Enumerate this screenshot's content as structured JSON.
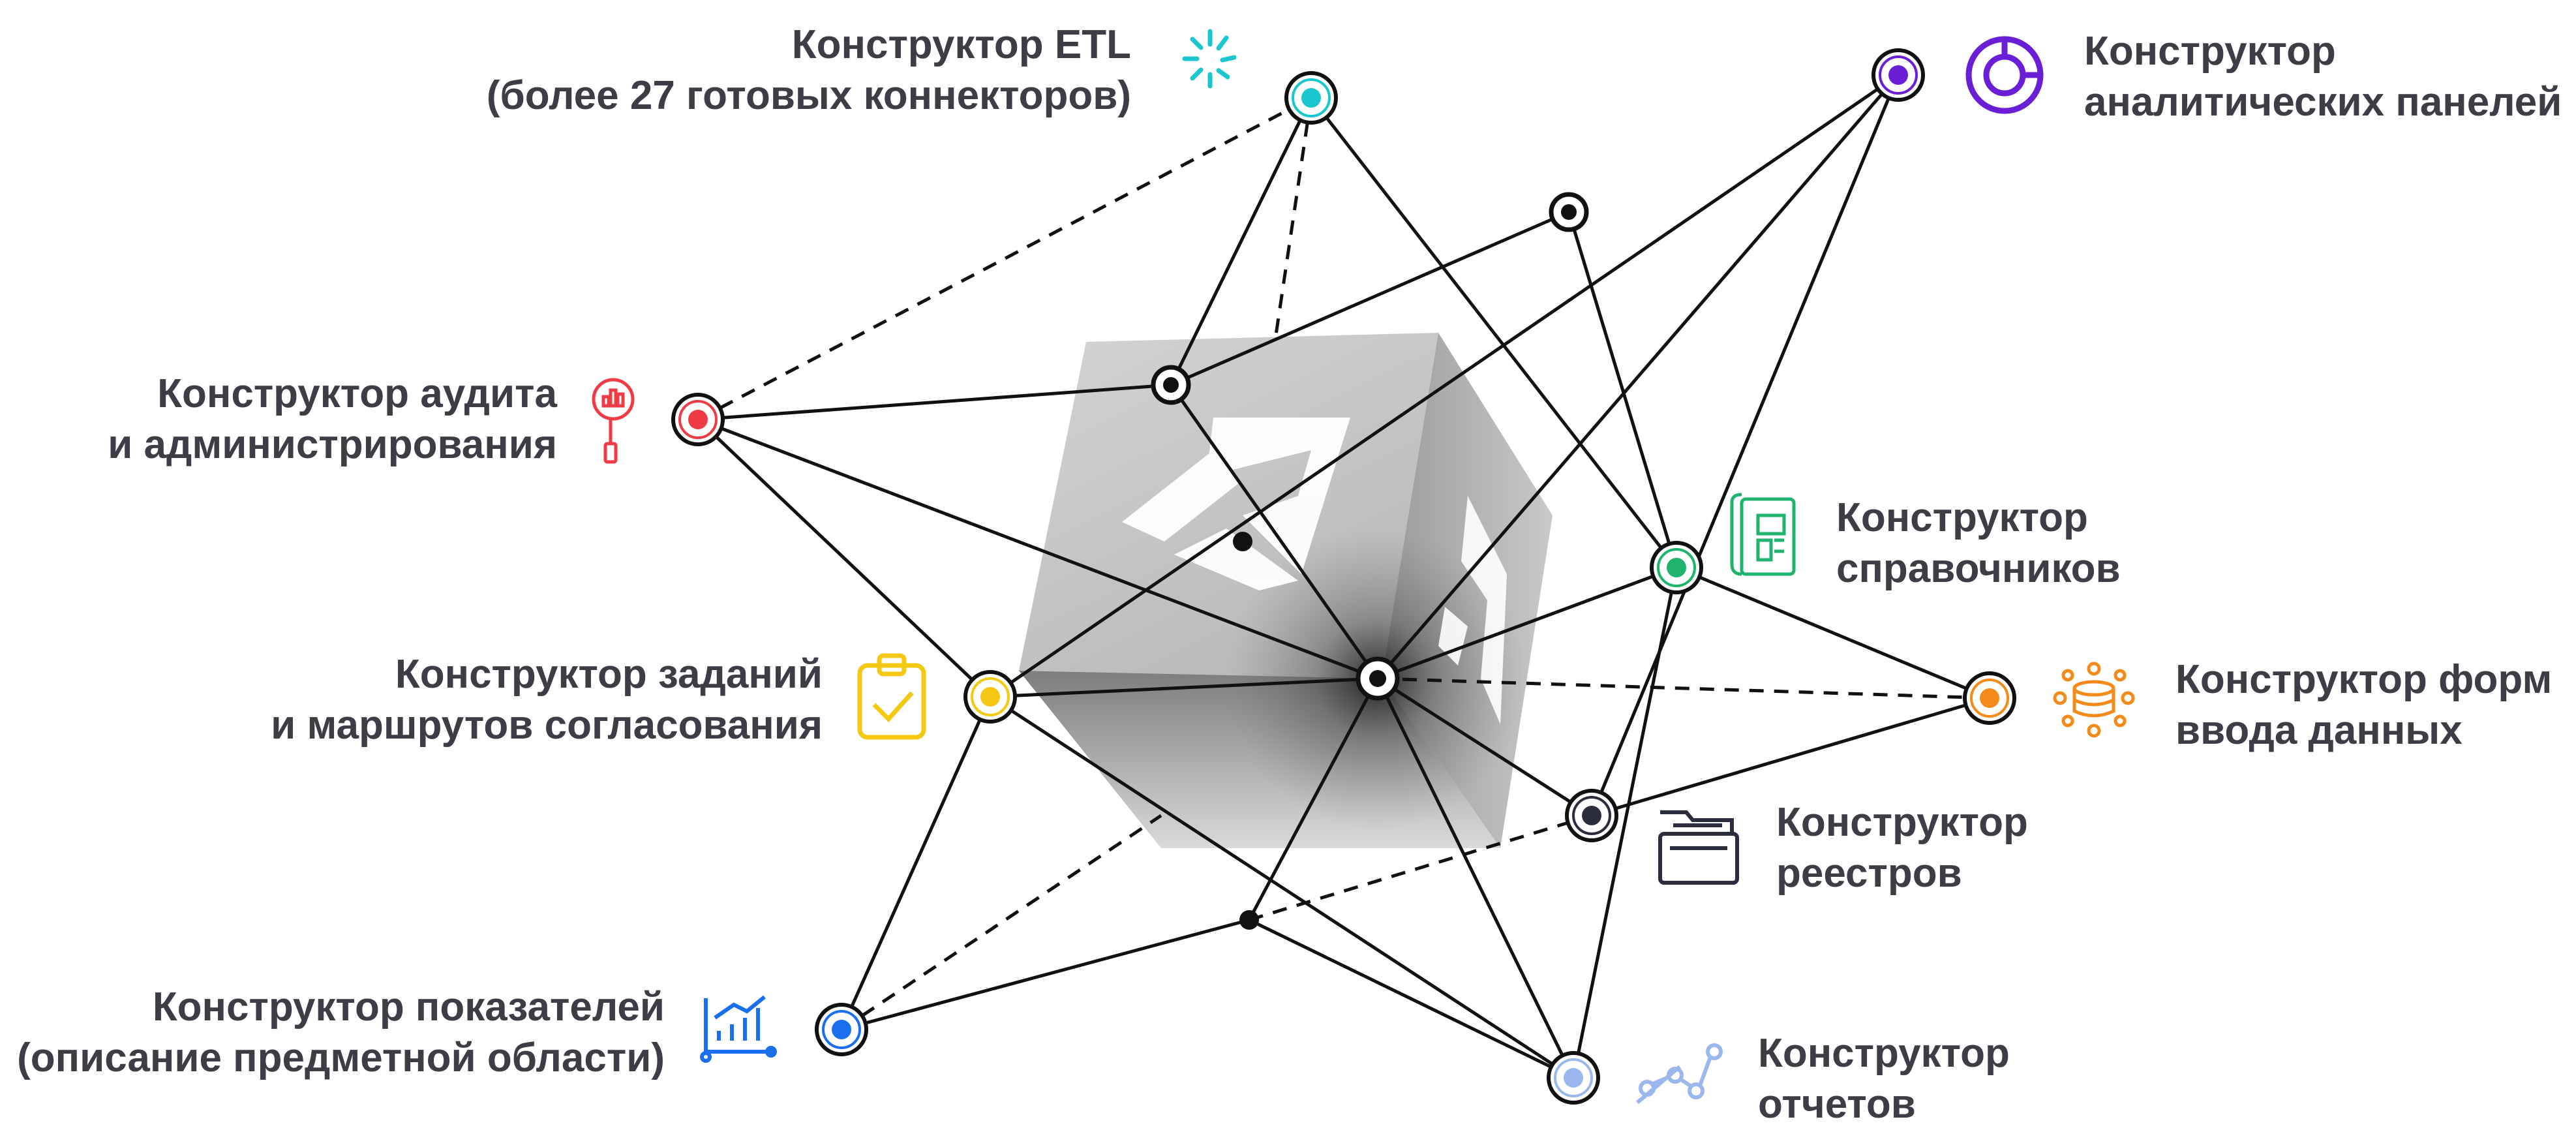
{
  "modules": [
    {
      "id": "etl",
      "line1": "Конструктор ETL",
      "line2": "(более 27 готовых коннекторов)",
      "color": "#1ac7cf",
      "icon": "loading-spinner-icon"
    },
    {
      "id": "dashboards",
      "line1": "Конструктор",
      "line2": "аналитических панелей",
      "color": "#6a1fd6",
      "icon": "donut-chart-icon"
    },
    {
      "id": "audit",
      "line1": "Конструктор аудита",
      "line2": "и администрирования",
      "color": "#ef3b45",
      "icon": "magnifier-chart-icon"
    },
    {
      "id": "references",
      "line1": "Конструктор",
      "line2": "справочников",
      "color": "#1fb46e",
      "icon": "blueprint-scroll-icon"
    },
    {
      "id": "tasks",
      "line1": "Конструктор заданий",
      "line2": "и маршрутов согласования",
      "color": "#f5c814",
      "icon": "clipboard-check-icon"
    },
    {
      "id": "forms",
      "line1": "Конструктор форм",
      "line2": "ввода данных",
      "color": "#f38a1a",
      "icon": "database-network-icon"
    },
    {
      "id": "registries",
      "line1": "Конструктор",
      "line2": "реестров",
      "color": "#2b2d3f",
      "icon": "folder-documents-icon"
    },
    {
      "id": "indicators",
      "line1": "Конструктор показателей",
      "line2": "(описание предметной области)",
      "color": "#1a6ff0",
      "icon": "bar-chart-growth-icon"
    },
    {
      "id": "reports",
      "line1": "Конструктор",
      "line2": "отчетов",
      "color": "#9bb8ee",
      "icon": "scatter-graph-icon"
    }
  ]
}
